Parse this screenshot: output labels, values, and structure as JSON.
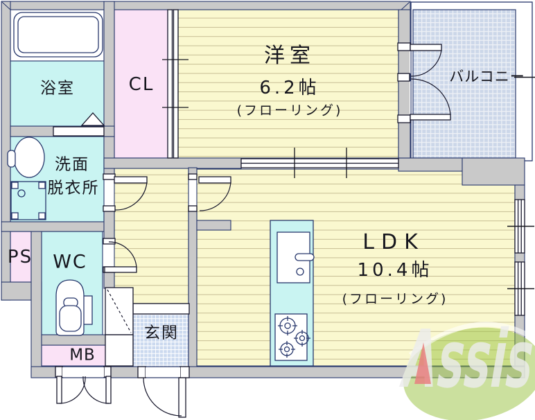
{
  "title": "apartment-floorplan",
  "rooms": {
    "western": {
      "name": "洋室",
      "size": "6.2帖",
      "floor": "(フローリング)"
    },
    "ldk": {
      "name": "LDK",
      "size": "10.4帖",
      "floor": "(フローリング)"
    },
    "bathroom": {
      "name": "浴室"
    },
    "washroom": {
      "name_line1": "洗面",
      "name_line2": "脱衣所"
    },
    "closet": {
      "name": "CL"
    },
    "pipe_space": {
      "name": "PS"
    },
    "toilet": {
      "name": "WC"
    },
    "entrance": {
      "name": "玄関"
    },
    "meter_box": {
      "name": "MB"
    },
    "balcony": {
      "name": "バルコニー"
    }
  },
  "watermark": {
    "text": "Assist",
    "leaf_color": "#98c13e",
    "accent_color": "#e87f7f"
  },
  "colors": {
    "wall": "#c9c9c9",
    "outline": "#26366b",
    "flooring_yellow": "#faf8cf",
    "wet_area_cyan": "#c9f4f2",
    "closet_pink": "#fae2f6",
    "tile_blue": "#cbd9ef",
    "balcony_grid": "#ccd7e9"
  }
}
